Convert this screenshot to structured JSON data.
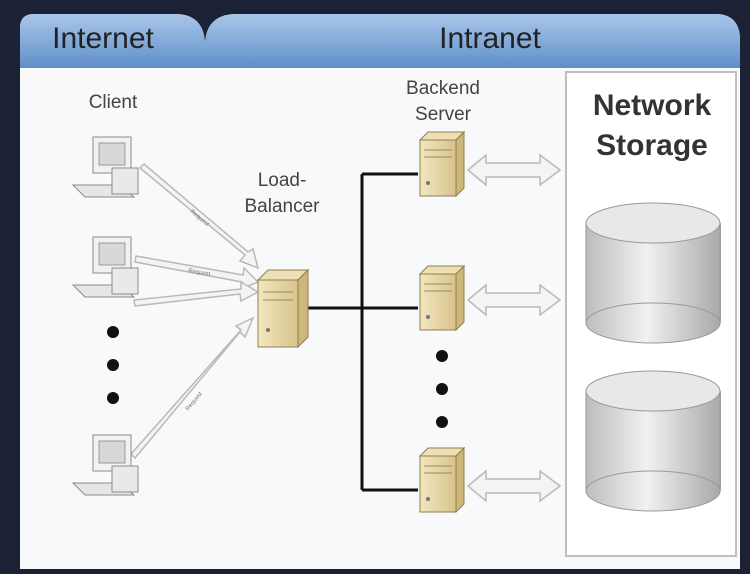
{
  "zones": {
    "internet": "Internet",
    "intranet": "Intranet"
  },
  "labels": {
    "client": "Client",
    "load_balancer_line1": "Load-",
    "load_balancer_line2": "Balancer",
    "backend_line1": "Backend",
    "backend_line2": "Server",
    "storage_line1": "Network",
    "storage_line2": "Storage"
  },
  "arrow_labels": {
    "request": "Request"
  },
  "colors": {
    "background": "#1b2236",
    "header_blue": "#7aa6d6",
    "panel": "#f7f8fa",
    "line": "#111111"
  }
}
